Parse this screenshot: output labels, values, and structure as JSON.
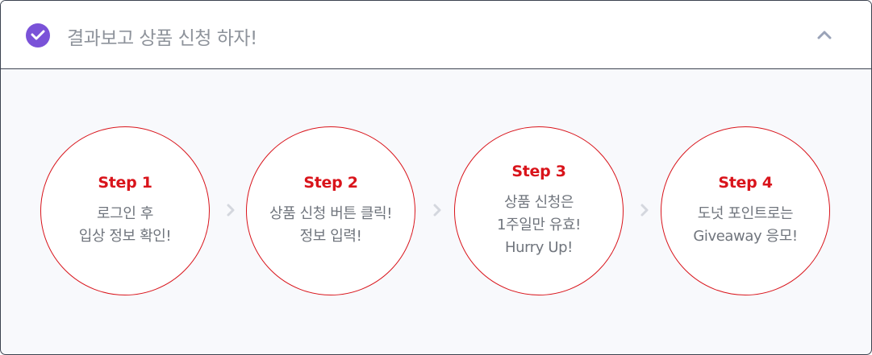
{
  "header": {
    "title": "결과보고 상품 신청 하자!",
    "icon": "check-circle-icon",
    "collapse_icon": "chevron-up-icon"
  },
  "colors": {
    "accent": "#d9141b",
    "badge": "#7a52d8",
    "border": "#3c4350",
    "text": "#70757d"
  },
  "steps": [
    {
      "title": "Step 1",
      "lines": [
        "로그인 후",
        "입상 정보 확인!"
      ]
    },
    {
      "title": "Step 2",
      "lines": [
        "상품 신청 버튼 클릭!",
        "정보 입력!"
      ]
    },
    {
      "title": "Step 3",
      "lines": [
        "상품 신청은",
        "1주일만 유효!",
        "Hurry Up!"
      ]
    },
    {
      "title": "Step 4",
      "lines": [
        "도넛 포인트로는",
        "Giveaway 응모!"
      ]
    }
  ]
}
